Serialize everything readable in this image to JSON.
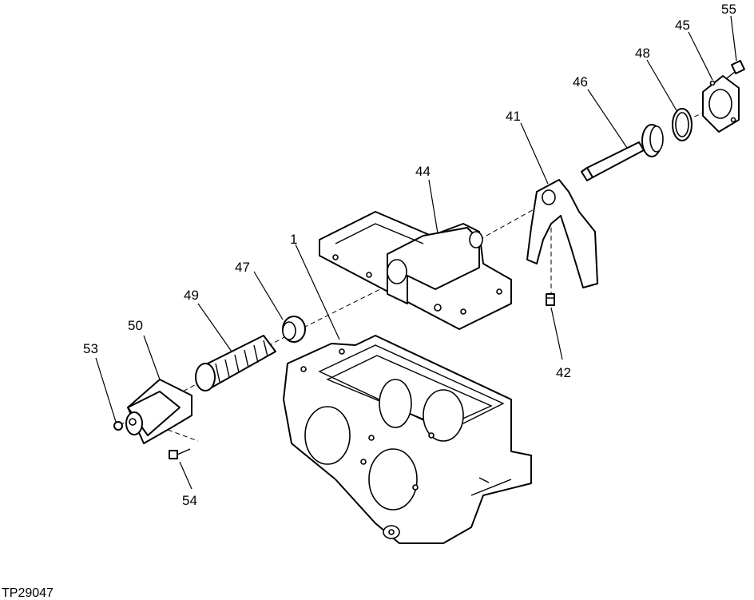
{
  "figure_id": "TP29047",
  "callouts": {
    "c1": "1",
    "c41": "41",
    "c42": "42",
    "c44": "44",
    "c45": "45",
    "c46": "46",
    "c47": "47",
    "c48": "48",
    "c49": "49",
    "c50": "50",
    "c53": "53",
    "c54": "54",
    "c55": "55"
  }
}
